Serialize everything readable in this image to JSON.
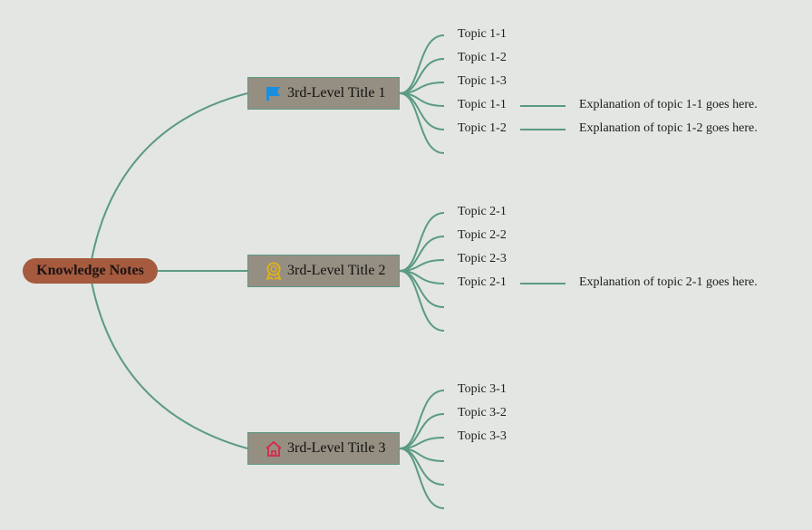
{
  "root": {
    "label": "Knowledge Notes",
    "color": "#a65a3e"
  },
  "line_color": "#5b9a85",
  "branches": [
    {
      "title": "3rd-Level Title 1",
      "icon": "blue-flag-icon",
      "topics": [
        "Topic 1-1",
        "Topic 1-2",
        "Topic 1-3",
        "Topic 1-1",
        "Topic 1-2",
        ""
      ],
      "explanations": [
        {
          "topic_index": 3,
          "text": "Explanation of topic 1-1 goes here."
        },
        {
          "topic_index": 4,
          "text": "Explanation of topic 1-2 goes here."
        }
      ]
    },
    {
      "title": "3rd-Level Title 2",
      "icon": "gold-medal-icon",
      "topics": [
        "Topic 2-1",
        "Topic 2-2",
        "Topic 2-3",
        "Topic 2-1",
        "",
        ""
      ],
      "explanations": [
        {
          "topic_index": 3,
          "text": "Explanation of topic 2-1 goes here."
        }
      ]
    },
    {
      "title": "3rd-Level Title 3",
      "icon": "red-house-icon",
      "topics": [
        "Topic 3-1",
        "Topic 3-2",
        "Topic 3-3",
        "",
        "",
        ""
      ],
      "explanations": []
    }
  ]
}
